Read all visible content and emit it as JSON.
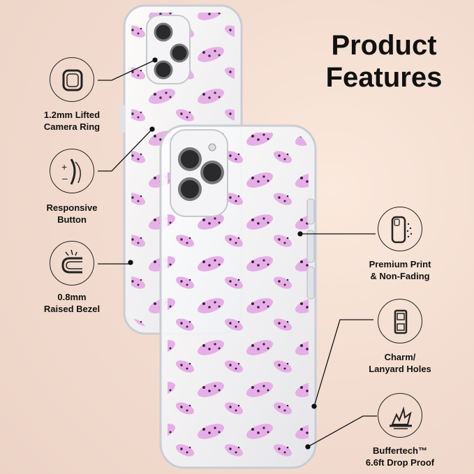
{
  "header": {
    "title_line1": "Product",
    "title_line2": "Features"
  },
  "features": [
    {
      "label_line1": "1.2mm Lifted",
      "label_line2": "Camera Ring",
      "icon": "camera-ring-icon"
    },
    {
      "label_line1": "Responsive",
      "label_line2": "Button",
      "icon": "button-icon"
    },
    {
      "label_line1": "0.8mm",
      "label_line2": "Raised Bezel",
      "icon": "bezel-icon"
    },
    {
      "label_line1": "Premium Print",
      "label_line2": "& Non-Fading",
      "icon": "print-icon"
    },
    {
      "label_line1": "Charm/",
      "label_line2": "Lanyard Holes",
      "icon": "lanyard-icon"
    },
    {
      "label_line1": "Buffertech™",
      "label_line2": "6.6ft Drop Proof",
      "icon": "drop-proof-icon"
    }
  ],
  "colors": {
    "print_pink": "#e6aee6",
    "spot_dark": "#3b1f3e",
    "case_clear": "#eef0f4"
  }
}
